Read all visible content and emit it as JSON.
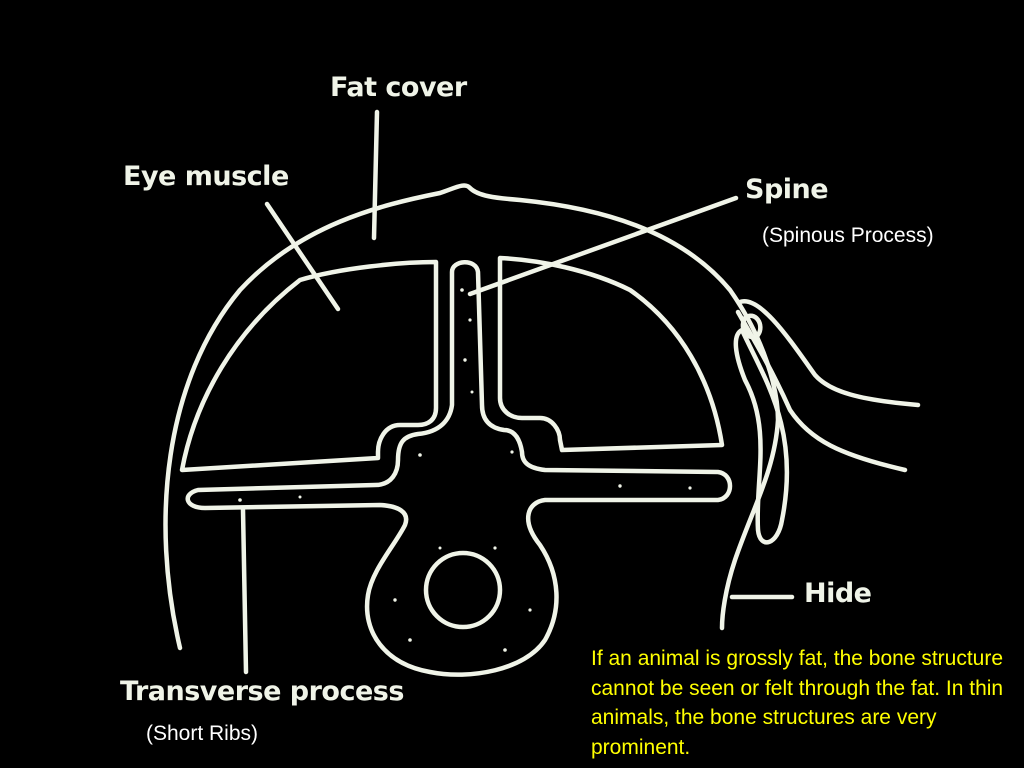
{
  "labels": {
    "fat_cover": "Fat cover",
    "eye_muscle": "Eye muscle",
    "spine": "Spine",
    "spinous_process": "(Spinous Process)",
    "hide": "Hide",
    "transverse_process": "Transverse process",
    "short_ribs": "(Short Ribs)"
  },
  "note": "If an animal is grossly fat, the bone structure cannot be seen or felt through the fat. In thin animals, the bone structures are very prominent.",
  "colors": {
    "background": "#000000",
    "line": "#f0f4e8",
    "note_text": "#ffff00",
    "subtitle_text": "#ffffff"
  }
}
